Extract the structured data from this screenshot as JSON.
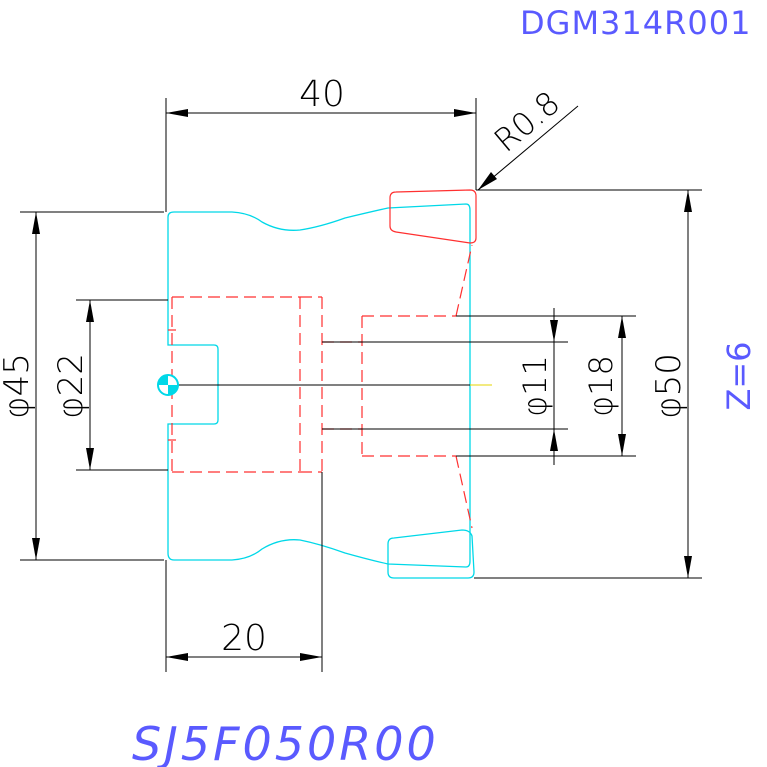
{
  "drawing_code": "DGM314R001",
  "part_number": "SJ5F050R00",
  "flutes_label": "Z=6",
  "dimensions": {
    "length_total": "40",
    "length_shank": "20",
    "corner_radius": "R0.8",
    "dia_45": "φ45",
    "dia_22": "φ22",
    "dia_11": "φ11",
    "dia_18": "φ18",
    "dia_50": "φ50"
  },
  "colors": {
    "outline": "#00d8e8",
    "hidden": "#ff3030",
    "dimension": "#000000",
    "text_blue": "#5a5aff"
  }
}
